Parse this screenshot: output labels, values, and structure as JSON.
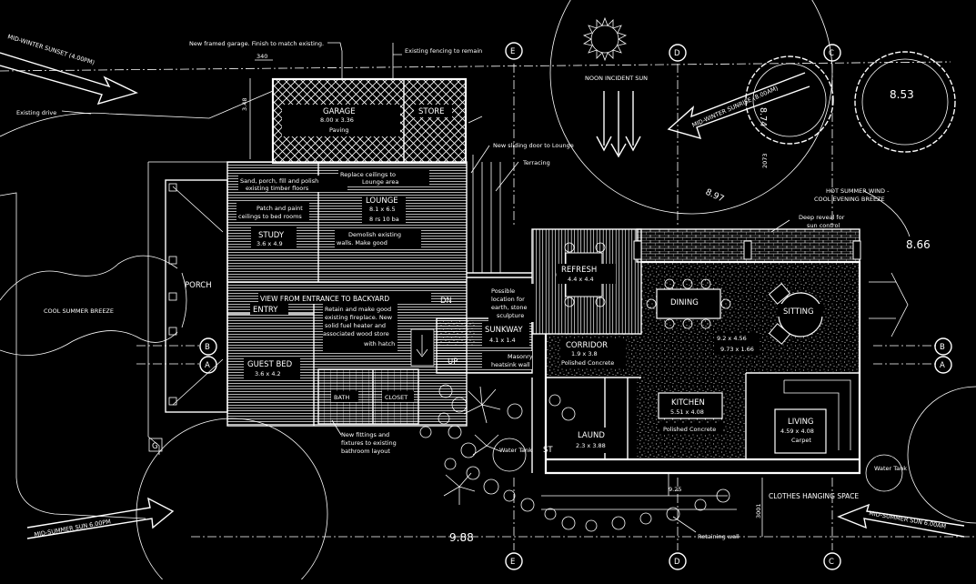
{
  "notes": {
    "new_garage": "New framed garage. Finish to match existing.",
    "existing_fencing": "Existing fencing to remain",
    "existing_drive": "Existing drive",
    "sliding_door": "New sliding door to Lounge",
    "terracing": "Terracing",
    "sand_porch_1": "Sand, porch, fill and polish",
    "sand_porch_2": "existing timber floors",
    "replace_ceilings_1": "Replace ceilings to",
    "replace_ceilings_2": "Lounge area",
    "patch_paint_1": "Patch and paint",
    "patch_paint_2": "ceilings to bed rooms",
    "demolish_1": "Demolish existing",
    "demolish_2": "walls. Make good",
    "retain_1": "Retain and make good",
    "retain_2": "existing fireplace. New",
    "retain_3": "solid fuel heater and",
    "retain_4": "associated wood store",
    "retain_5": "with hatch",
    "sculpture_1": "Possible",
    "sculpture_2": "location for",
    "sculpture_3": "earth, stone",
    "sculpture_4": "sculpture",
    "masonry_1": "Masonry",
    "masonry_2": "heatsink wall",
    "fittings_1": "New fittings and",
    "fittings_2": "fixtures to existing",
    "fittings_3": "bathroom layout",
    "deep_reveal_1": "Deep reveal for",
    "deep_reveal_2": "sun control",
    "hot_wind_1": "HOT SUMMER WIND -",
    "hot_wind_2": "COOL EVENING BREEZE",
    "retaining_wall": "Retaining wall",
    "view_label": "VIEW FROM ENTRANCE TO BACKYARD",
    "cool_breeze": "COOL SUMMER BREEZE",
    "clothes": "CLOTHES HANGING SPACE",
    "mid_winter_sunset": "MID-WINTER SUNSET (4.00PM)",
    "mid_winter_sunrise": "MID-WINTER SUNRISE (8.00AM)",
    "mid_summer_sun_pm": "MID-SUMMER SUN 6.00PM",
    "mid_summer_sun_am": "MID-SUMMER SUN 6.00AM",
    "noon_sun": "NOON INCIDENT SUN",
    "water_tank": "Water Tank"
  },
  "rooms": {
    "garage": {
      "name": "GARAGE",
      "dims": "8.00 x 3.36",
      "finish": "Paving"
    },
    "store": {
      "name": "STORE"
    },
    "lounge": {
      "name": "LOUNGE",
      "dims": "8.1 x 6.5",
      "note": "8 rs 10 ba"
    },
    "study": {
      "name": "STUDY",
      "dims": "3.6 x 4.9"
    },
    "porch": {
      "name": "PORCH"
    },
    "entry": {
      "name": "ENTRY"
    },
    "guest_bed": {
      "name": "GUEST BED",
      "dims": "3.6 x 4.2"
    },
    "bath": {
      "name": "BATH"
    },
    "closet": {
      "name": "CLOSET"
    },
    "refresh": {
      "name": "REFRESH",
      "dims": "4.4 x 4.4"
    },
    "dining": {
      "name": "DINING"
    },
    "sitting": {
      "name": "SITTING"
    },
    "corridor": {
      "name": "CORRIDOR",
      "dims": "1.9 x 3.8",
      "finish": "Polished Concrete"
    },
    "sunkway": {
      "name": "SUNKWAY",
      "dims": "4.1 x 1.4"
    },
    "kitchen": {
      "name": "KITCHEN",
      "dims": "5.51 x 4.08",
      "finish": "Polished Concrete"
    },
    "living": {
      "name": "LIVING",
      "dims": "4.59 x 4.08",
      "finish": "Carpet"
    },
    "laundry": {
      "name": "LAUND",
      "dims": "2.3 x 3.88"
    },
    "st": {
      "name": "ST"
    },
    "dining_dims": {
      "dims": "9.2 x 4.56",
      "note": "9.73 x 1.66"
    },
    "up": {
      "name": "UP"
    },
    "dn": {
      "name": "DN"
    }
  },
  "dims": {
    "d853": "8.53",
    "d874": "8.74",
    "d897": "8.97",
    "d866": "8.66",
    "d988": "9.88",
    "d340": "340",
    "d348": "3.48",
    "d2073": "2073",
    "d3001": "3001",
    "d925": "9.25"
  },
  "grid": {
    "E": "E",
    "D": "D",
    "C": "C",
    "B": "B",
    "A": "A",
    "G": "G"
  }
}
